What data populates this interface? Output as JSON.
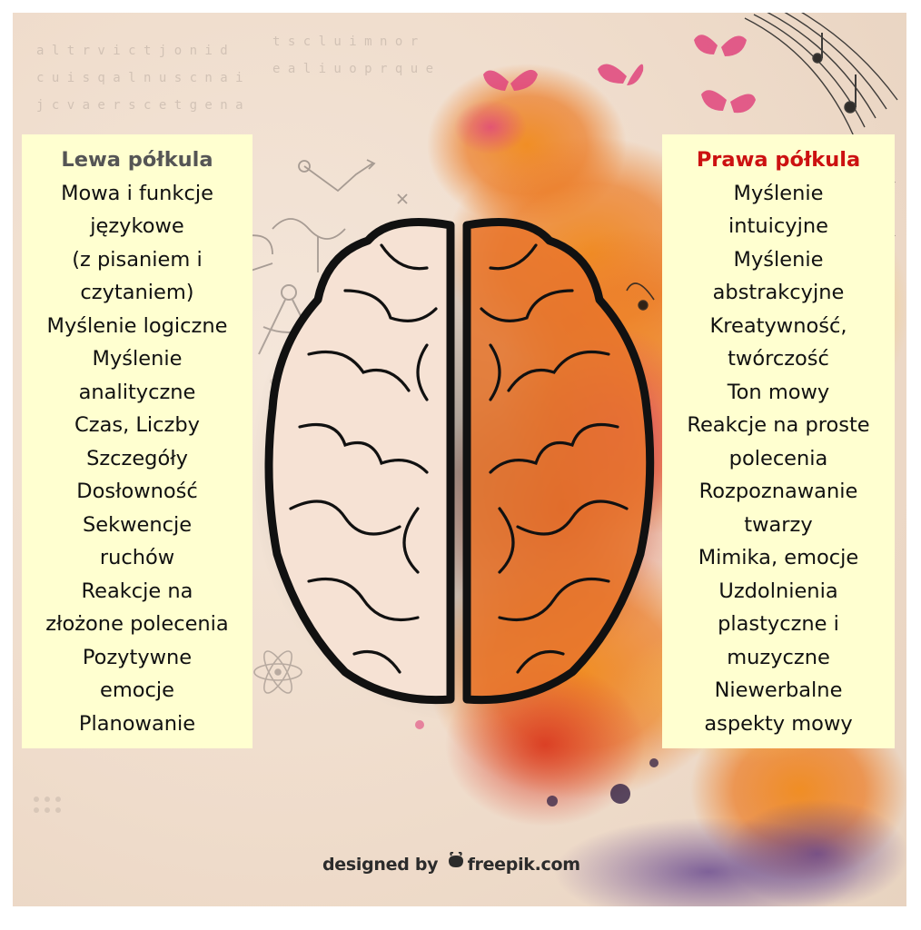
{
  "left": {
    "title": "Lewa półkula",
    "lines": [
      "Mowa i funkcje",
      "językowe",
      "(z pisaniem i",
      "czytaniem)",
      "Myślenie logiczne",
      "Myślenie",
      "analityczne",
      "Czas, Liczby",
      "Szczegóły",
      "Dosłowność",
      "Sekwencje",
      "ruchów",
      "Reakcje na",
      "złożone polecenia",
      "Pozytywne",
      "emocje",
      "Planowanie"
    ]
  },
  "right": {
    "title": "Prawa półkula",
    "lines": [
      "Myślenie",
      "intuicyjne",
      "Myślenie",
      "abstrakcyjne",
      "Kreatywność,",
      "twórczość",
      "Ton mowy",
      "Reakcje na proste",
      "polecenia",
      "Rozpoznawanie",
      "twarzy",
      "Mimika, emocje",
      "Uzdolnienia",
      "plastyczne i",
      "muzyczne",
      "Niewerbalne",
      "aspekty mowy"
    ]
  },
  "credit": {
    "prefix": "designed by",
    "brand": "freepik.com"
  },
  "colors": {
    "panel_bg": "#ffffd0",
    "left_title": "#555555",
    "right_title": "#cc1111",
    "accent_orange": "#e8731c",
    "accent_pink": "#d9457a",
    "splash_purple": "#5b3a86"
  },
  "icons": [
    "butterfly-icon",
    "music-notes-icon",
    "atom-icon",
    "compass-icon",
    "freepik-logo-icon"
  ]
}
